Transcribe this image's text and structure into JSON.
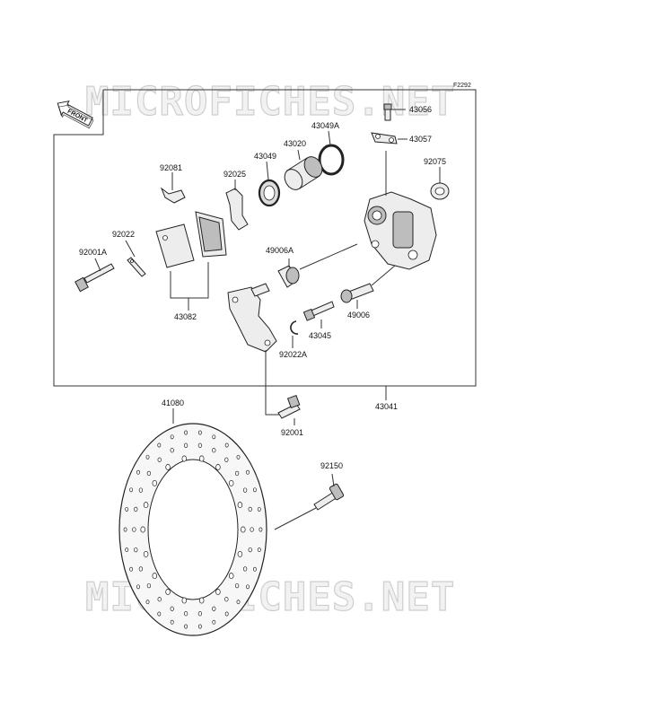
{
  "diagram": {
    "code": "F2292",
    "front_label": "FRONT",
    "watermark_top": "MICROFICHES.NET",
    "watermark_bottom": "MICROFICHES.NET",
    "parts": {
      "p43056": "43056",
      "p43057": "43057",
      "p43049A": "43049A",
      "p43020": "43020",
      "p43049": "43049",
      "p92081": "92081",
      "p92025": "92025",
      "p92075": "92075",
      "p92022": "92022",
      "p92001A": "92001A",
      "p49006A": "49006A",
      "p43082": "43082",
      "p49006": "49006",
      "p43045": "43045",
      "p92022A": "92022A",
      "p43041": "43041",
      "p41080": "41080",
      "p92001": "92001",
      "p92150": "92150"
    }
  }
}
